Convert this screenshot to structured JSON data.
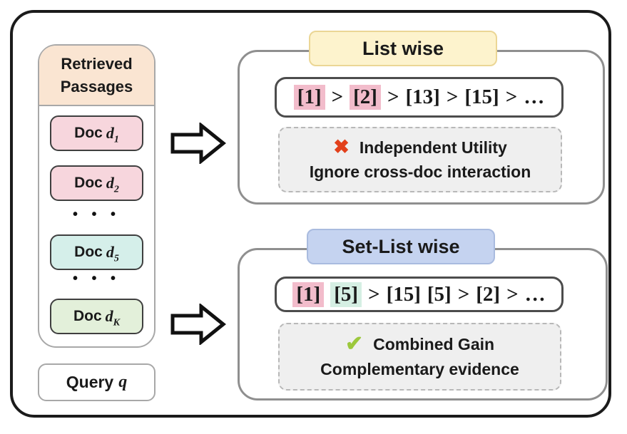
{
  "left": {
    "header": "Retrieved Passages",
    "ellipsis": "• • •",
    "docs": [
      {
        "prefix": "Doc",
        "var": "d",
        "sub": "1"
      },
      {
        "prefix": "Doc",
        "var": "d",
        "sub": "2"
      },
      {
        "prefix": "Doc",
        "var": "d",
        "sub": "5"
      },
      {
        "prefix": "Doc",
        "var": "d",
        "sub": "K"
      }
    ],
    "query": {
      "prefix": "Query",
      "var": "q"
    }
  },
  "listwise": {
    "title": "List wise",
    "ranking": {
      "t0": "[1]",
      "t1": ">",
      "t2": "[2]",
      "t3": ">",
      "t4": "[13]",
      "t5": ">",
      "t6": "[15]",
      "t7": ">",
      "t8": "…"
    },
    "note_icon": "✖",
    "note_line1": "Independent Utility",
    "note_line2": "Ignore cross-doc interaction"
  },
  "setlistwise": {
    "title": "Set-List wise",
    "ranking": {
      "t0": "[1]",
      "t1": "[5]",
      "t2": ">",
      "t3": "[15]",
      "t4": "[5]",
      "t5": ">",
      "t6": "[2]",
      "t7": ">",
      "t8": "…"
    },
    "note_icon": "✔",
    "note_line1": "Combined Gain",
    "note_line2": "Complementary evidence"
  },
  "colors": {
    "header_peach": "#fae5d2",
    "doc_pink": "#f7d6dd",
    "doc_teal": "#d5efea",
    "doc_green": "#e3f0da",
    "highlight_pink": "#f2bccb",
    "highlight_mint": "#d5efe3",
    "badge_yellow": "#fdf3cd",
    "badge_blue": "#c5d3f0",
    "note_gray": "#efefef",
    "cross_red": "#e2401b",
    "check_green": "#9cc83c"
  }
}
